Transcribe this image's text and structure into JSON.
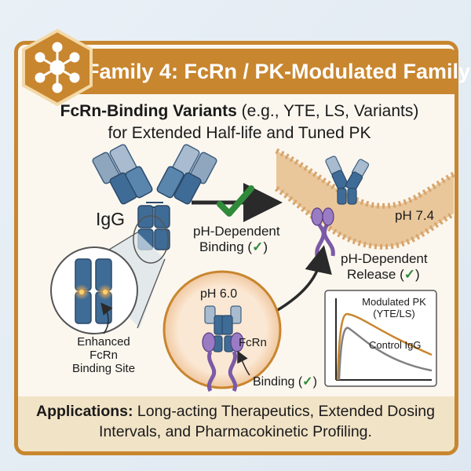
{
  "header": {
    "title": "Family 4: FcRn / PK-Modulated Family",
    "icon": "molecule-network-icon"
  },
  "subtitle": {
    "bold": "FcRn-Binding Variants",
    "rest": " (e.g., YTE, LS, Variants)",
    "line2": "for Extended Half-life and Tuned PK"
  },
  "labels": {
    "igg": "IgG",
    "ph_binding": "pH-Dependent",
    "ph_binding_2": "Binding (",
    "check": "✓",
    "close": ")",
    "ph74": "pH 7.4",
    "ph_release": "pH-Dependent",
    "ph_release_2": "Release (",
    "ph60": "pH 6.0",
    "fcrn": "FcRn",
    "binding": "Binding (",
    "enhanced_1": "Enhanced",
    "enhanced_2": "FcRn",
    "enhanced_3": "Binding Site",
    "modulated_1": "Modulated PK",
    "modulated_2": "(YTE/LS)",
    "control": "Control IgG"
  },
  "footer": {
    "bold": "Applications:",
    "rest": " Long-acting Therapeutics, Extended Dosing Intervals, and Pharmacokinetic Profiling."
  },
  "colors": {
    "gold": "#c8862f",
    "antibody_dark": "#3f6c96",
    "antibody_light": "#8fa6bf",
    "fcrn_purple": "#7b5aa6",
    "check_green": "#2f8a3a"
  }
}
